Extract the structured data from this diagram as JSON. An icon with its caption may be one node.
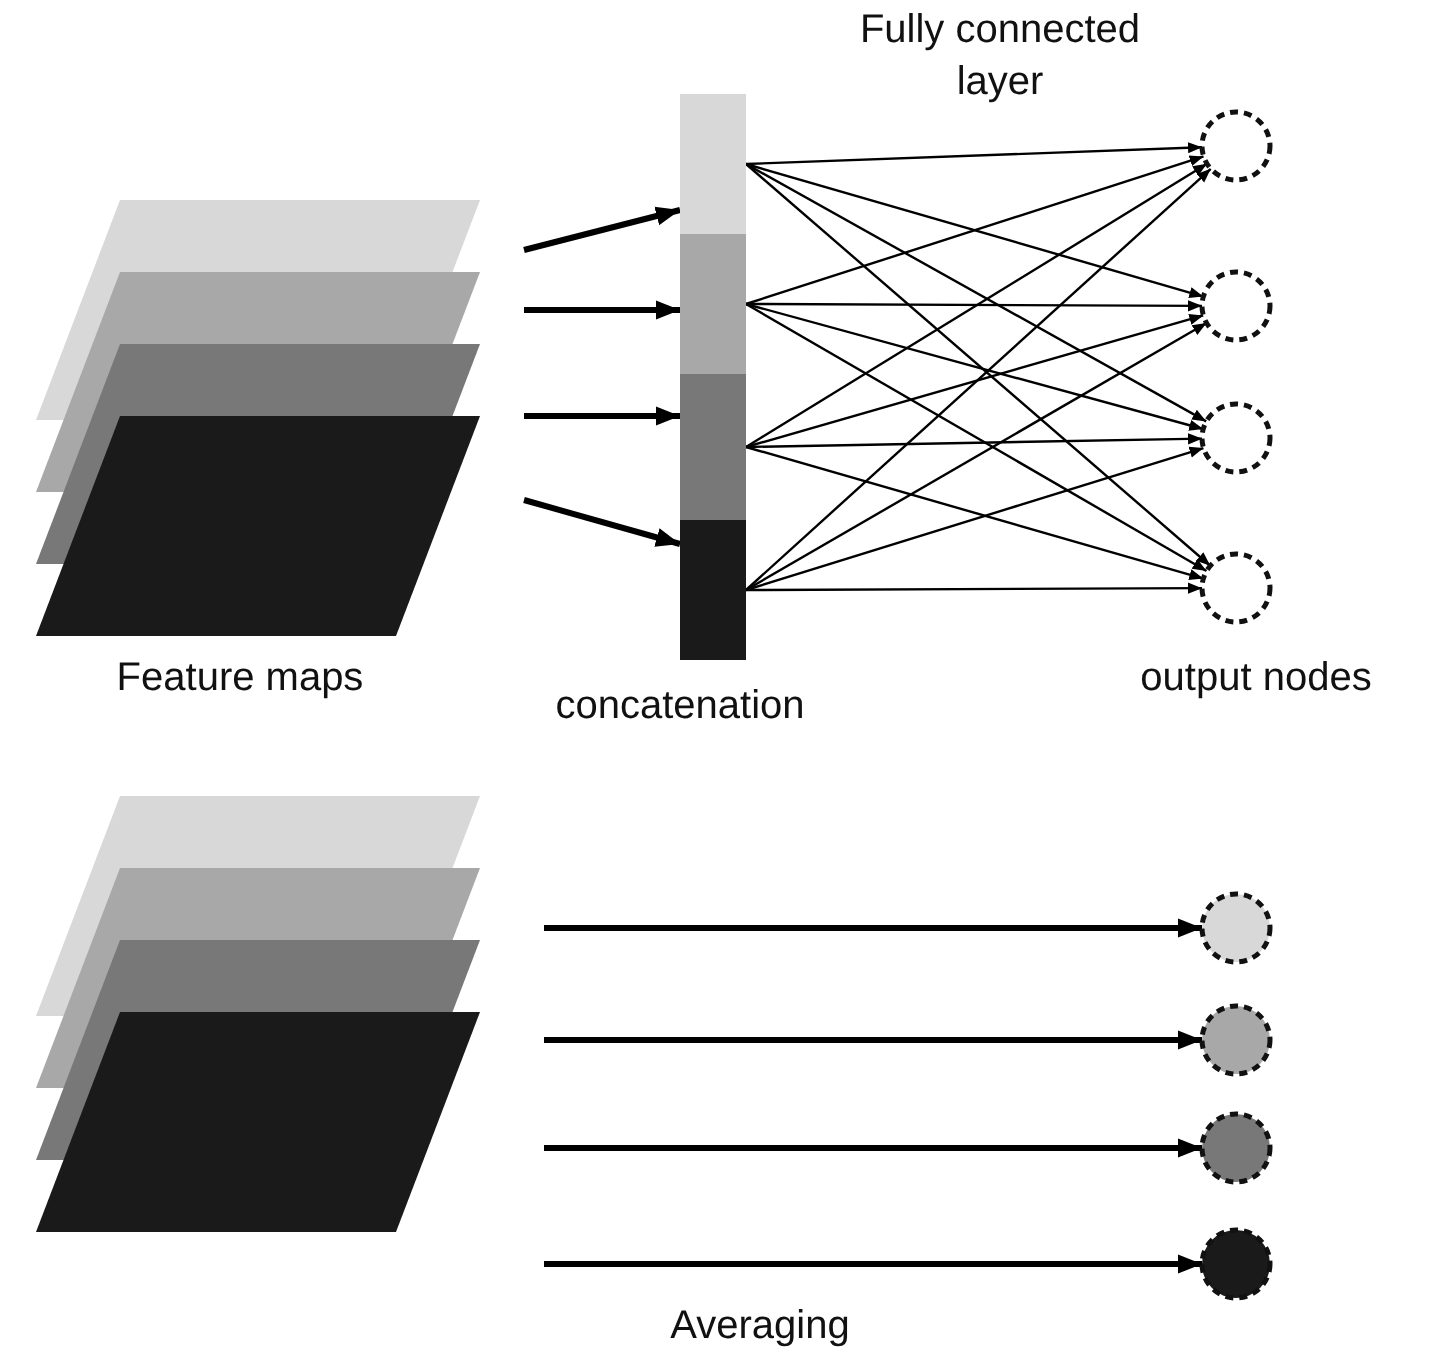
{
  "diagram": {
    "nodes": [
      {
        "text": [],
        "shape": "parallelogram"
      },
      {
        "text": [],
        "shape": "parallelogram"
      },
      {
        "text": [],
        "shape": "parallelogram"
      },
      {
        "text": [],
        "shape": "parallelogram"
      },
      {
        "text": [],
        "shape": "bar"
      },
      {
        "text": [],
        "shape": "bar"
      },
      {
        "text": [],
        "shape": "bar"
      },
      {
        "text": [],
        "shape": "bar"
      },
      {
        "text": [],
        "shape": "circle"
      },
      {
        "text": [],
        "shape": "circle"
      },
      {
        "text": [],
        "shape": "circle"
      },
      {
        "text": [],
        "shape": "circle"
      },
      {
        "text": [],
        "shape": "parallelogram"
      },
      {
        "text": [],
        "shape": "parallelogram"
      },
      {
        "text": [],
        "shape": "parallelogram"
      },
      {
        "text": [],
        "shape": "parallelogram"
      },
      {
        "text": [],
        "shape": "circle"
      },
      {
        "text": [],
        "shape": "circle"
      },
      {
        "text": [],
        "shape": "circle"
      },
      {
        "text": [],
        "shape": "circle"
      }
    ],
    "edges": [
      {
        "from": null,
        "to": 4,
        "arrow": "to",
        "style": "thick"
      },
      {
        "from": null,
        "to": 5,
        "arrow": "to",
        "style": "thick"
      },
      {
        "from": null,
        "to": 6,
        "arrow": "to",
        "style": "thick"
      },
      {
        "from": null,
        "to": 7,
        "arrow": "to",
        "style": "thick"
      },
      {
        "from": 4,
        "to": 8,
        "arrow": "to"
      },
      {
        "from": 4,
        "to": 9,
        "arrow": "to"
      },
      {
        "from": 4,
        "to": 10,
        "arrow": "to"
      },
      {
        "from": 4,
        "to": 11,
        "arrow": "to"
      },
      {
        "from": 5,
        "to": 8,
        "arrow": "to"
      },
      {
        "from": 5,
        "to": 9,
        "arrow": "to"
      },
      {
        "from": 5,
        "to": 10,
        "arrow": "to"
      },
      {
        "from": 5,
        "to": 11,
        "arrow": "to"
      },
      {
        "from": 6,
        "to": 8,
        "arrow": "to"
      },
      {
        "from": 6,
        "to": 9,
        "arrow": "to"
      },
      {
        "from": 6,
        "to": 10,
        "arrow": "to"
      },
      {
        "from": 6,
        "to": 11,
        "arrow": "to"
      },
      {
        "from": 7,
        "to": 8,
        "arrow": "to"
      },
      {
        "from": 7,
        "to": 9,
        "arrow": "to"
      },
      {
        "from": 7,
        "to": 10,
        "arrow": "to"
      },
      {
        "from": 7,
        "to": 11,
        "arrow": "to"
      },
      {
        "from": null,
        "to": 16,
        "arrow": "to",
        "style": "thick"
      },
      {
        "from": null,
        "to": 17,
        "arrow": "to",
        "style": "thick"
      },
      {
        "from": null,
        "to": 18,
        "arrow": "to",
        "style": "thick"
      },
      {
        "from": null,
        "to": 19,
        "arrow": "to",
        "style": "thick"
      }
    ],
    "labels": [
      "Fully connected layer",
      "Feature maps",
      "concatenation",
      "output nodes",
      "Averaging"
    ]
  }
}
